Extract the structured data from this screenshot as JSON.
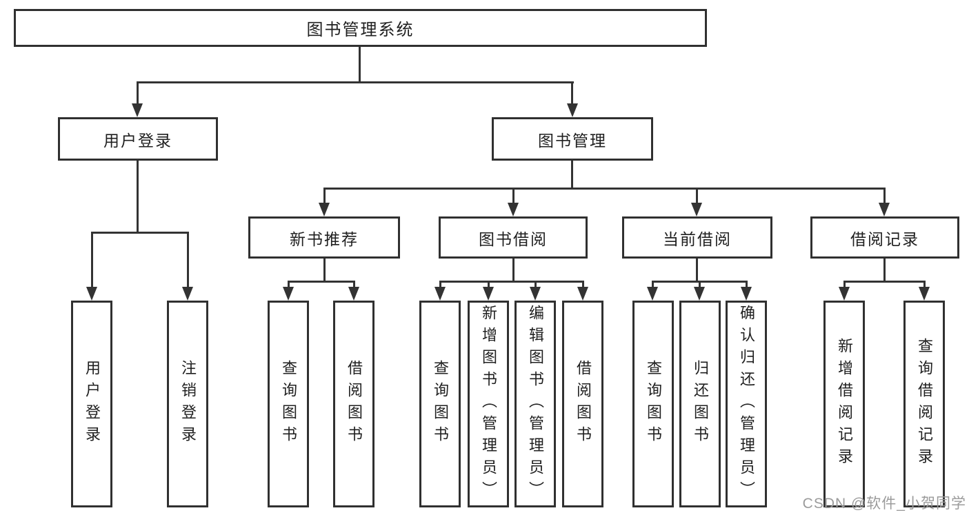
{
  "tree": {
    "root": {
      "label": "图书管理系统"
    },
    "branches": [
      {
        "label": "用户登录",
        "children": [
          {
            "label": "用户登录"
          },
          {
            "label": "注销登录"
          }
        ]
      },
      {
        "label": "图书管理",
        "children": [
          {
            "label": "新书推荐",
            "children": [
              {
                "label": "查询图书"
              },
              {
                "label": "借阅图书"
              }
            ]
          },
          {
            "label": "图书借阅",
            "children": [
              {
                "label": "查询图书"
              },
              {
                "label": "新增图书（管理员）"
              },
              {
                "label": "编辑图书（管理员）"
              },
              {
                "label": "借阅图书"
              }
            ]
          },
          {
            "label": "当前借阅",
            "children": [
              {
                "label": "查询图书"
              },
              {
                "label": "归还图书"
              },
              {
                "label": "确认归还（管理员）"
              }
            ]
          },
          {
            "label": "借阅记录",
            "children": [
              {
                "label": "新增借阅记录"
              },
              {
                "label": "查询借阅记录"
              }
            ]
          }
        ]
      }
    ]
  },
  "watermark": {
    "text": "CSDN @软件_小贺同学"
  },
  "colors": {
    "line": "#333333",
    "box_border": "#303030",
    "text": "#1f1f1f",
    "watermark": "#9b9b9b",
    "background": "#ffffff"
  }
}
